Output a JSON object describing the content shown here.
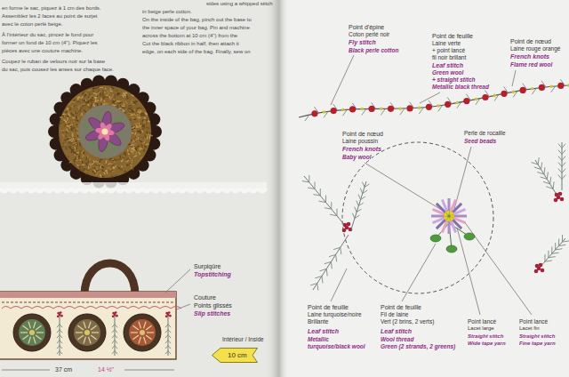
{
  "diagram": {
    "nodes": [
      {
        "text": [
          "10 cm"
        ]
      }
    ],
    "labels": [
      "sides using a whipped stitch",
      "en forme le sac, piquez à 1 cm des bords.",
      "Assemblez les 2 faces au point de surjet",
      "avec le coton perlé beige.",
      "À l'intérieur du sac, pincez le fond pour",
      "former un fond de 10 cm (4\"). Piquez les",
      "pièces avec une couture machine.",
      "Coupez le ruban de velours noir sur la base",
      "du sac, puis cousez les anses sur chaque face.",
      "in beige perle cotton.",
      "On the inside of the bag, pinch out the base to",
      "the inner space of your bag. Pin and machine",
      "across the bottom at 10 cm (4\") from the",
      "Cut the black ribbon in half, then attach it",
      "edge, on each side of the bag. Finally, sew on",
      "Surpiqûre",
      "Topstitching",
      "Couture",
      "Points glissés",
      "Slip stitches",
      "Intérieur / Inside",
      "37 cm",
      "14 ½\"",
      "Point d'épine",
      "Coton perlé noir",
      "Fly stitch",
      "Black perle cotton",
      "Point de feuille",
      "Laine verte",
      "+ point lancé",
      "fil noir brillant",
      "Leaf stitch",
      "Green wool",
      "+ straight stitch",
      "Metallic black thread",
      "Point de nœud",
      "Laine rouge orangé",
      "French knots",
      "Flame red wool",
      "Point de nœud",
      "Laine poussin",
      "French knots",
      "Baby wool",
      "Perle de rocaille",
      "Seed beads",
      "Point de feuille",
      "Laine turquoise/noire",
      "Brillante",
      "Leaf stitch",
      "Metallic",
      "turquoise/black wool",
      "Point de feuille",
      "Fil de laine",
      "Vert (2 brins, 2 verts)",
      "Leaf stitch",
      "Wool thread",
      "Green (2 strands, 2 greens)",
      "Point lancé",
      "Lacet large",
      "Straight stitch",
      "Wide tape yarn",
      "Point lancé",
      "Lacet fin",
      "Straight stitch",
      "Fine tape yarn"
    ]
  }
}
